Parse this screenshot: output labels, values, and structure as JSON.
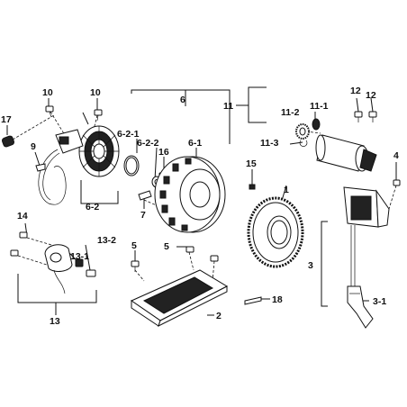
{
  "labels": {
    "l1": "1",
    "l2": "2",
    "l3": "3",
    "l3_1": "3-1",
    "l4": "4",
    "l5a": "5",
    "l5b": "5",
    "l6": "6",
    "l6_1": "6-1",
    "l6_2": "6-2",
    "l6_2_1": "6-2-1",
    "l6_2_2": "6-2-2",
    "l7": "7",
    "l9": "9",
    "l10a": "10",
    "l10b": "10",
    "l11": "11",
    "l11_1": "11-1",
    "l11_2": "11-2",
    "l11_3": "11-3",
    "l12a": "12",
    "l12b": "12",
    "l13": "13",
    "l13_1": "13-1",
    "l13_2": "13-2",
    "l14": "14",
    "l15": "15",
    "l16": "16",
    "l17": "17",
    "l18": "18"
  }
}
